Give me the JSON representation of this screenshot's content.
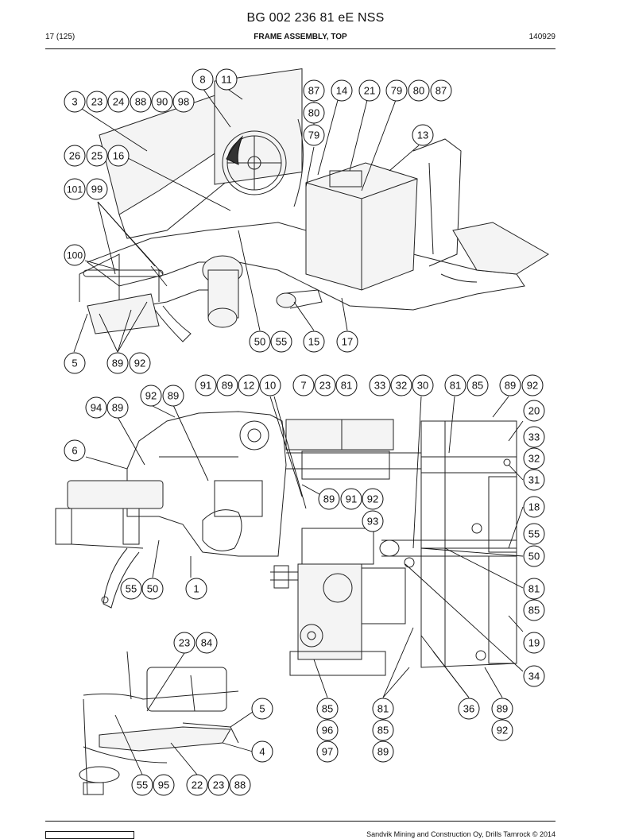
{
  "header": {
    "doc_title": "BG 002 236 81 eE NSS",
    "page": "17 (125)",
    "section": "FRAME ASSEMBLY, TOP",
    "code": "140929"
  },
  "footer": {
    "text": "Sandvik Mining and Construction Oy, Drills Tamrock © 2014"
  },
  "callouts": [
    {
      "label": "8"
    },
    {
      "label": "11"
    },
    {
      "label": "3"
    },
    {
      "label": "23"
    },
    {
      "label": "24"
    },
    {
      "label": "88"
    },
    {
      "label": "90"
    },
    {
      "label": "98"
    },
    {
      "label": "87"
    },
    {
      "label": "14"
    },
    {
      "label": "21"
    },
    {
      "label": "79"
    },
    {
      "label": "80"
    },
    {
      "label": "87"
    },
    {
      "label": "80"
    },
    {
      "label": "79"
    },
    {
      "label": "13"
    },
    {
      "label": "26"
    },
    {
      "label": "25"
    },
    {
      "label": "16"
    },
    {
      "label": "101"
    },
    {
      "label": "99"
    },
    {
      "label": "100"
    },
    {
      "label": "50"
    },
    {
      "label": "55"
    },
    {
      "label": "15"
    },
    {
      "label": "17"
    },
    {
      "label": "5"
    },
    {
      "label": "89"
    },
    {
      "label": "92"
    },
    {
      "label": "91"
    },
    {
      "label": "89"
    },
    {
      "label": "12"
    },
    {
      "label": "10"
    },
    {
      "label": "7"
    },
    {
      "label": "23"
    },
    {
      "label": "81"
    },
    {
      "label": "33"
    },
    {
      "label": "32"
    },
    {
      "label": "30"
    },
    {
      "label": "81"
    },
    {
      "label": "85"
    },
    {
      "label": "89"
    },
    {
      "label": "92"
    },
    {
      "label": "92"
    },
    {
      "label": "89"
    },
    {
      "label": "94"
    },
    {
      "label": "89"
    },
    {
      "label": "20"
    },
    {
      "label": "33"
    },
    {
      "label": "32"
    },
    {
      "label": "31"
    },
    {
      "label": "6"
    },
    {
      "label": "89"
    },
    {
      "label": "91"
    },
    {
      "label": "92"
    },
    {
      "label": "93"
    },
    {
      "label": "18"
    },
    {
      "label": "55"
    },
    {
      "label": "50"
    },
    {
      "label": "55"
    },
    {
      "label": "50"
    },
    {
      "label": "1"
    },
    {
      "label": "81"
    },
    {
      "label": "85"
    },
    {
      "label": "19"
    },
    {
      "label": "23"
    },
    {
      "label": "84"
    },
    {
      "label": "34"
    },
    {
      "label": "5"
    },
    {
      "label": "85"
    },
    {
      "label": "81"
    },
    {
      "label": "36"
    },
    {
      "label": "89"
    },
    {
      "label": "96"
    },
    {
      "label": "85"
    },
    {
      "label": "92"
    },
    {
      "label": "4"
    },
    {
      "label": "97"
    },
    {
      "label": "89"
    },
    {
      "label": "55"
    },
    {
      "label": "95"
    },
    {
      "label": "22"
    },
    {
      "label": "23"
    },
    {
      "label": "88"
    }
  ]
}
